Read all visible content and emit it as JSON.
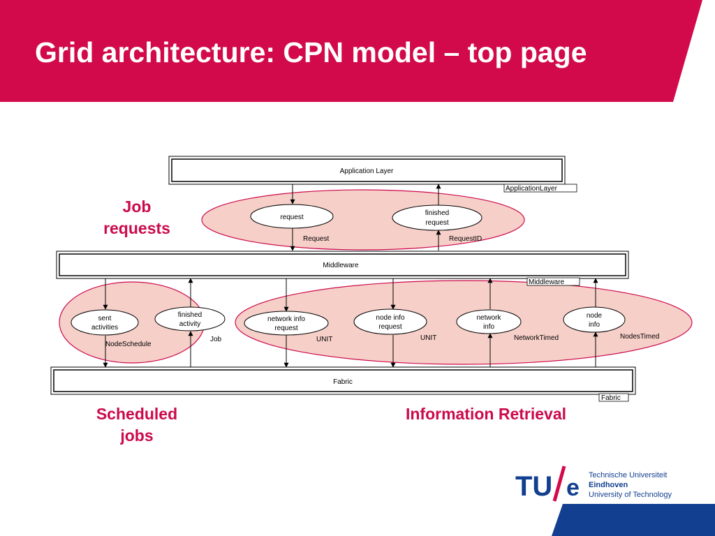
{
  "slide": {
    "title": "Grid architecture: CPN model – top page",
    "brand_color": "#d20a4b"
  },
  "captions": {
    "job_requests": [
      "Job",
      "requests"
    ],
    "scheduled_jobs": [
      "Scheduled",
      "jobs"
    ],
    "information_retrieval": "Information Retrieval"
  },
  "diagram": {
    "transitions": {
      "application_layer": "Application Layer",
      "middleware": "Middleware",
      "fabric": "Fabric"
    },
    "tags": {
      "application_layer": "ApplicationLayer",
      "middleware": "Middleware",
      "fabric": "Fabric"
    },
    "places": {
      "request": [
        "request"
      ],
      "finished_request": [
        "finished",
        "request"
      ],
      "sent_activities": [
        "sent",
        "activities"
      ],
      "finished_activity": [
        "finished",
        "activity"
      ],
      "network_info_request": [
        "network info",
        "request"
      ],
      "node_info_request": [
        "node info",
        "request"
      ],
      "network_info": [
        "network",
        "info"
      ],
      "node_info": [
        "node",
        "info"
      ]
    },
    "colorsets": {
      "request": "Request",
      "finished_request": "RequestID",
      "sent_activities": "NodeSchedule",
      "finished_activity": "Job",
      "network_info_request": "UNIT",
      "node_info_request": "UNIT",
      "network_info": "NetworkTimed",
      "node_info": "NodesTimed"
    },
    "group_fill": "#f6cfc8",
    "group_stroke": "#cc0a4b"
  },
  "logo": {
    "mark": "TU/e",
    "lines": [
      "Technische Universiteit",
      "Eindhoven",
      "University of Technology"
    ],
    "color": "#123f8f"
  }
}
